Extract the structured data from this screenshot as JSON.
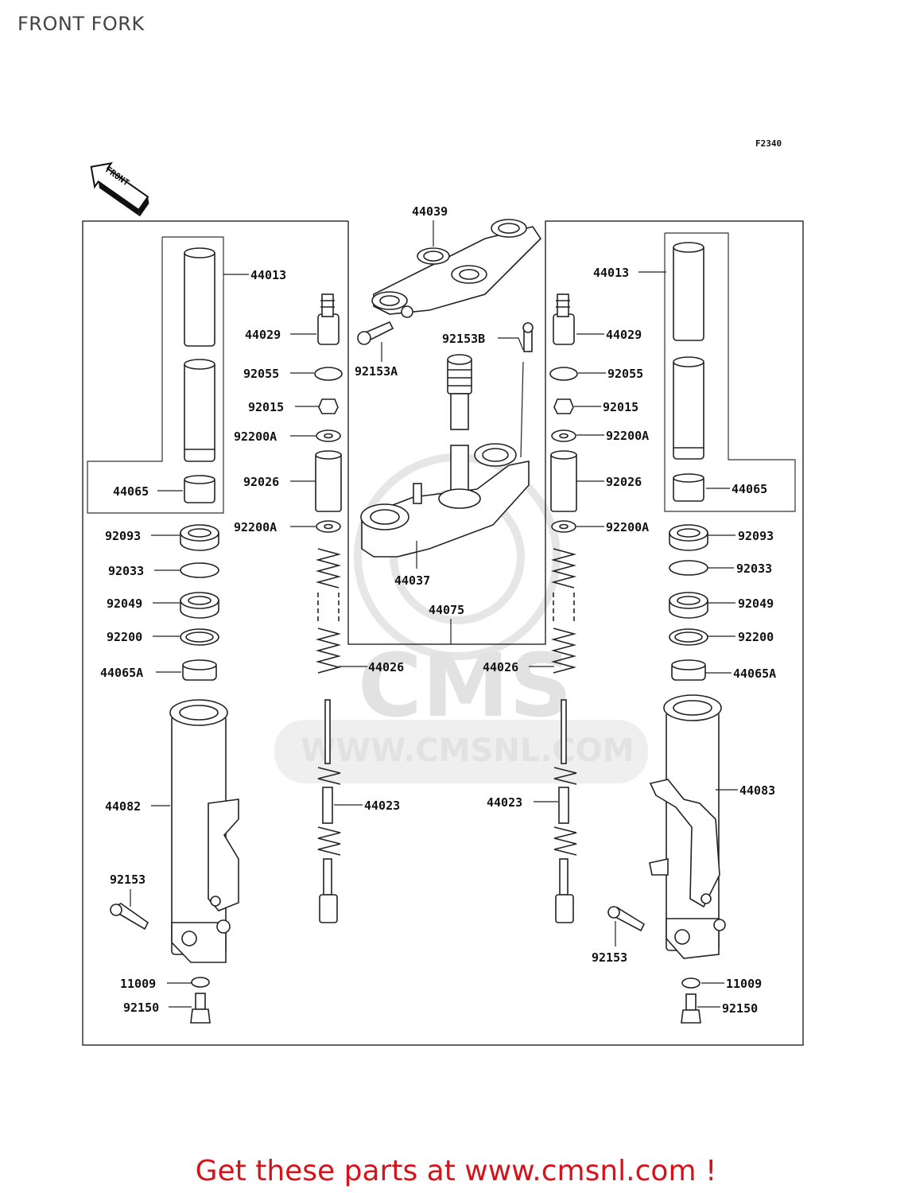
{
  "page": {
    "title": "FRONT FORK",
    "figure_code": "F2340",
    "front_label": "FRONT",
    "watermark_text": "CMS",
    "watermark_url": "WWW.CMSNL.COM",
    "footer": "Get these parts at www.cmsnl.com !"
  },
  "colors": {
    "footer": "#d4141a",
    "line": "#222222",
    "watermark": "#e2e2e2"
  },
  "callouts": {
    "l_44013": "44013",
    "l_44029": "44029",
    "l_92055": "92055",
    "l_92015": "92015",
    "l_92200A_top": "92200A",
    "l_92026": "92026",
    "l_92200A_bot": "92200A",
    "l_44065": "44065",
    "l_92093": "92093",
    "l_92033": "92033",
    "l_92049": "92049",
    "l_92200": "92200",
    "l_44065A": "44065A",
    "l_44082": "44082",
    "l_92153": "92153",
    "l_11009": "11009",
    "l_92150": "92150",
    "c_44039": "44039",
    "c_92153A": "92153A",
    "c_92153B": "92153B",
    "c_44037": "44037",
    "c_44075": "44075",
    "c_44026_l": "44026",
    "c_44026_r": "44026",
    "c_44023_l": "44023",
    "c_44023_r": "44023",
    "r_44013": "44013",
    "r_44029": "44029",
    "r_92055": "92055",
    "r_92015": "92015",
    "r_92200A_top": "92200A",
    "r_92026": "92026",
    "r_92200A_bot": "92200A",
    "r_44065": "44065",
    "r_92093": "92093",
    "r_92033": "92033",
    "r_92049": "92049",
    "r_92200": "92200",
    "r_44065A": "44065A",
    "r_44083": "44083",
    "r_92153": "92153",
    "r_11009": "11009",
    "r_92150": "92150"
  }
}
